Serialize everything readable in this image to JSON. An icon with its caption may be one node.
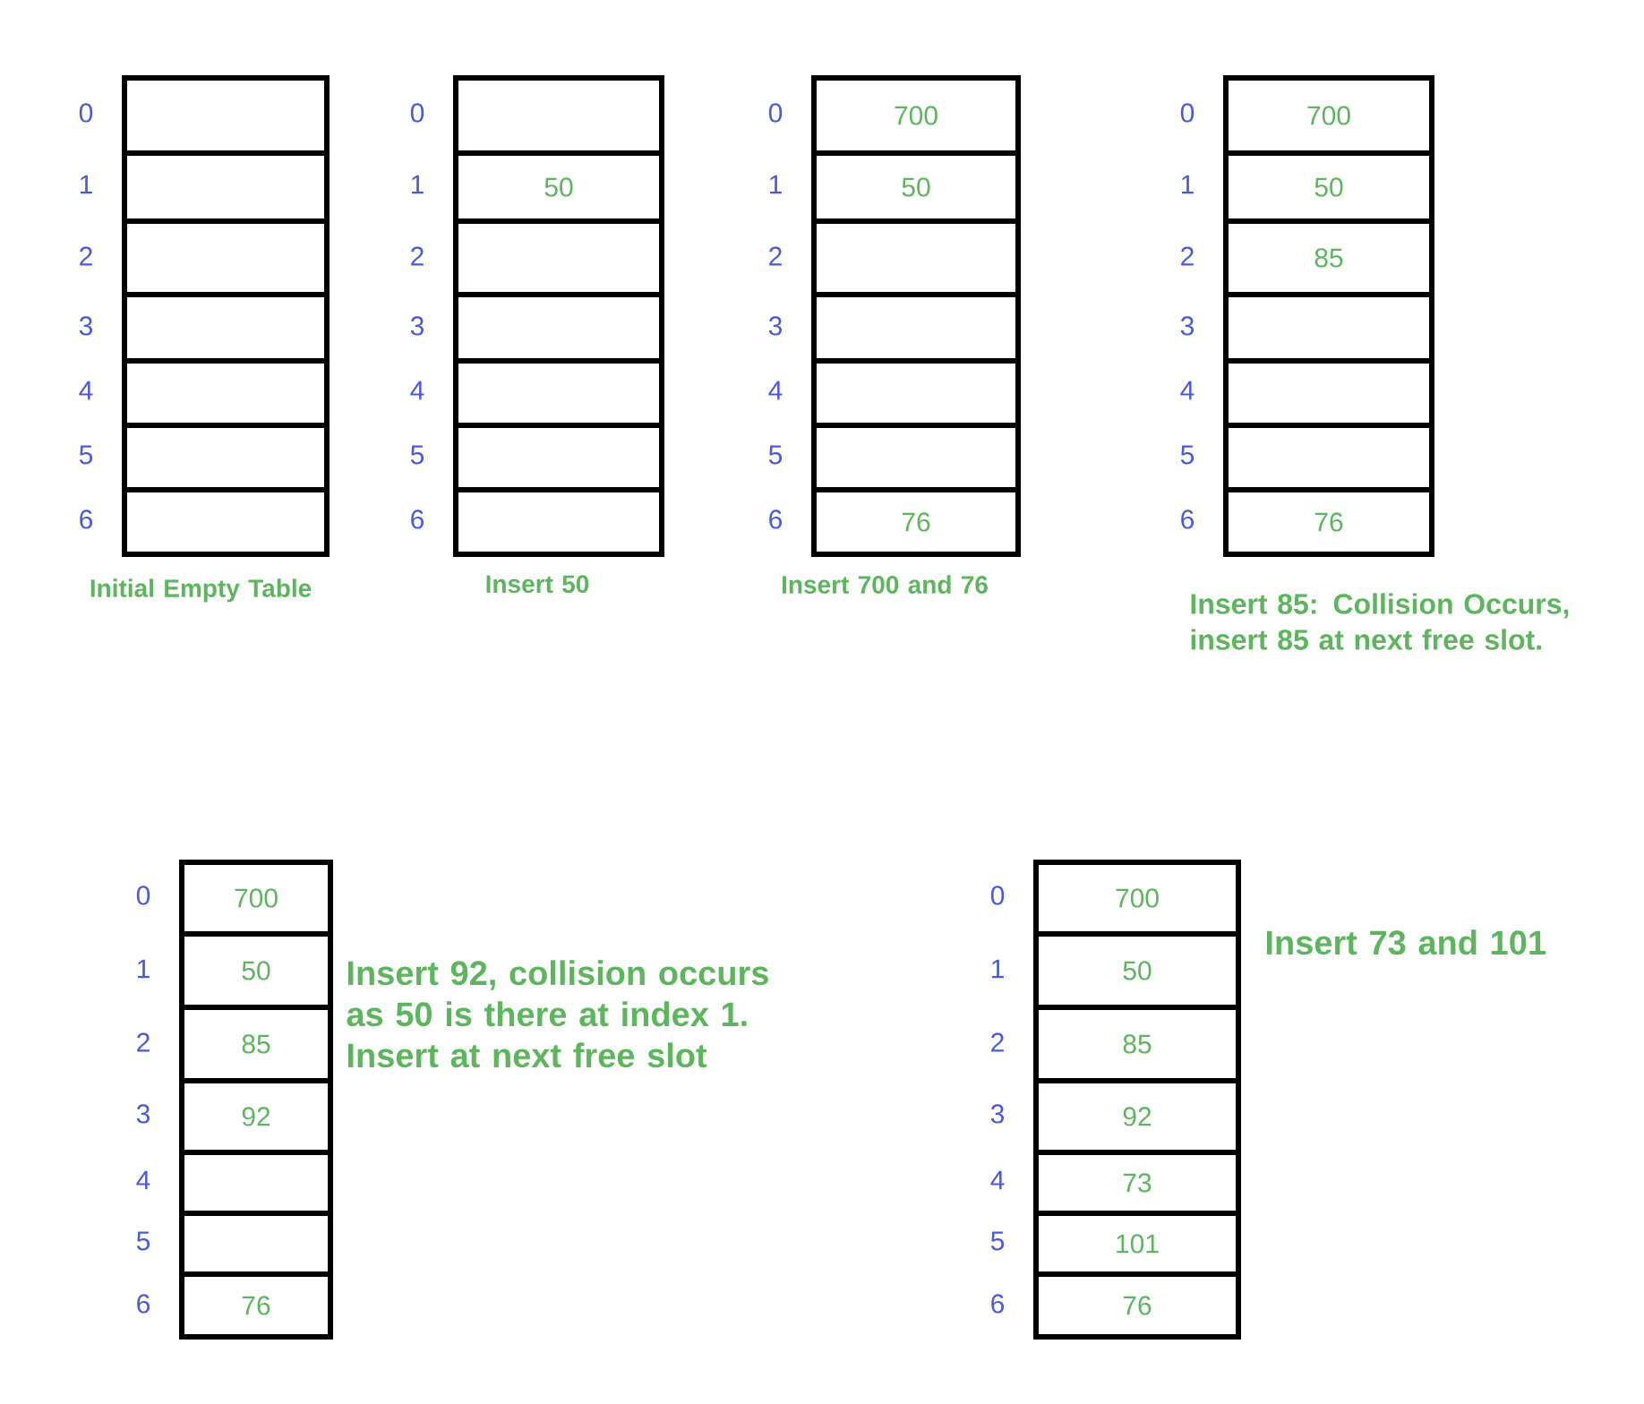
{
  "diagram": {
    "nodes": [
      {
        "text": [],
        "shape": "box",
        "beside": [
          "Initial Empty Table"
        ]
      },
      {
        "text": [],
        "shape": "box",
        "in": 0,
        "beside": [
          "0"
        ]
      },
      {
        "text": [],
        "shape": "box",
        "in": 0,
        "beside": [
          "1"
        ]
      },
      {
        "text": [],
        "shape": "box",
        "in": 0,
        "beside": [
          "2"
        ]
      },
      {
        "text": [],
        "shape": "box",
        "in": 0,
        "beside": [
          "3"
        ]
      },
      {
        "text": [],
        "shape": "box",
        "in": 0,
        "beside": [
          "4"
        ]
      },
      {
        "text": [],
        "shape": "box",
        "in": 0,
        "beside": [
          "5"
        ]
      },
      {
        "text": [],
        "shape": "box",
        "in": 0,
        "beside": [
          "6"
        ]
      },
      {
        "text": [],
        "shape": "box",
        "beside": [
          "Insert 50"
        ]
      },
      {
        "text": [],
        "shape": "box",
        "in": 8,
        "beside": [
          "0"
        ]
      },
      {
        "text": [
          "50"
        ],
        "in": 8,
        "beside": [
          "1"
        ]
      },
      {
        "text": [],
        "shape": "box",
        "in": 8,
        "beside": [
          "2"
        ]
      },
      {
        "text": [],
        "shape": "box",
        "in": 8,
        "beside": [
          "3"
        ]
      },
      {
        "text": [],
        "shape": "box",
        "in": 8,
        "beside": [
          "4"
        ]
      },
      {
        "text": [],
        "shape": "box",
        "in": 8,
        "beside": [
          "5"
        ]
      },
      {
        "text": [],
        "shape": "box",
        "in": 8,
        "beside": [
          "6"
        ]
      },
      {
        "text": [],
        "shape": "box",
        "beside": [
          "Insert 700 and 76"
        ]
      },
      {
        "text": [
          "700"
        ],
        "in": 16,
        "beside": [
          "0"
        ]
      },
      {
        "text": [
          "50"
        ],
        "in": 16,
        "beside": [
          "1"
        ]
      },
      {
        "text": [],
        "shape": "box",
        "in": 16,
        "beside": [
          "2"
        ]
      },
      {
        "text": [],
        "shape": "box",
        "in": 16,
        "beside": [
          "3"
        ]
      },
      {
        "text": [],
        "shape": "box",
        "in": 16,
        "beside": [
          "4"
        ]
      },
      {
        "text": [],
        "shape": "box",
        "in": 16,
        "beside": [
          "5"
        ]
      },
      {
        "text": [
          "76"
        ],
        "in": 16,
        "beside": [
          "6"
        ]
      },
      {
        "text": [],
        "shape": "box",
        "beside": [
          "Insert 85: Collision Occurs, insert 85 at next free slot."
        ]
      },
      {
        "text": [
          "700"
        ],
        "in": 24,
        "beside": [
          "0"
        ]
      },
      {
        "text": [
          "50"
        ],
        "in": 24,
        "beside": [
          "1"
        ]
      },
      {
        "text": [
          "85"
        ],
        "in": 24,
        "beside": [
          "2"
        ]
      },
      {
        "text": [],
        "shape": "box",
        "in": 24,
        "beside": [
          "3"
        ]
      },
      {
        "text": [],
        "shape": "box",
        "in": 24,
        "beside": [
          "4"
        ]
      },
      {
        "text": [],
        "shape": "box",
        "in": 24,
        "beside": [
          "5"
        ]
      },
      {
        "text": [
          "76"
        ],
        "in": 24,
        "beside": [
          "6"
        ]
      },
      {
        "text": [],
        "shape": "box",
        "beside": [
          "Insert 92, collision occurs as 50 is there at index 1. Insert at next free slot"
        ]
      },
      {
        "text": [
          "700"
        ],
        "in": 32,
        "beside": [
          "0"
        ]
      },
      {
        "text": [
          "50"
        ],
        "in": 32,
        "beside": [
          "1"
        ]
      },
      {
        "text": [
          "85"
        ],
        "in": 32,
        "beside": [
          "2"
        ]
      },
      {
        "text": [
          "92"
        ],
        "in": 32,
        "beside": [
          "3"
        ]
      },
      {
        "text": [],
        "shape": "box",
        "in": 32,
        "beside": [
          "4"
        ]
      },
      {
        "text": [],
        "shape": "box",
        "in": 32,
        "beside": [
          "5"
        ]
      },
      {
        "text": [
          "76"
        ],
        "in": 32,
        "beside": [
          "6"
        ]
      },
      {
        "text": [],
        "shape": "box",
        "beside": [
          "Insert 73 and 101"
        ]
      },
      {
        "text": [
          "700"
        ],
        "in": 40,
        "beside": [
          "0"
        ]
      },
      {
        "text": [
          "50"
        ],
        "in": 40,
        "beside": [
          "1"
        ]
      },
      {
        "text": [
          "85"
        ],
        "in": 40,
        "beside": [
          "2"
        ]
      },
      {
        "text": [
          "92"
        ],
        "in": 40,
        "beside": [
          "3"
        ]
      },
      {
        "text": [
          "73"
        ],
        "in": 40,
        "beside": [
          "4"
        ]
      },
      {
        "text": [
          "101"
        ],
        "in": 40,
        "beside": [
          "5"
        ]
      },
      {
        "text": [
          "76"
        ],
        "in": 40,
        "beside": [
          "6"
        ]
      }
    ]
  }
}
